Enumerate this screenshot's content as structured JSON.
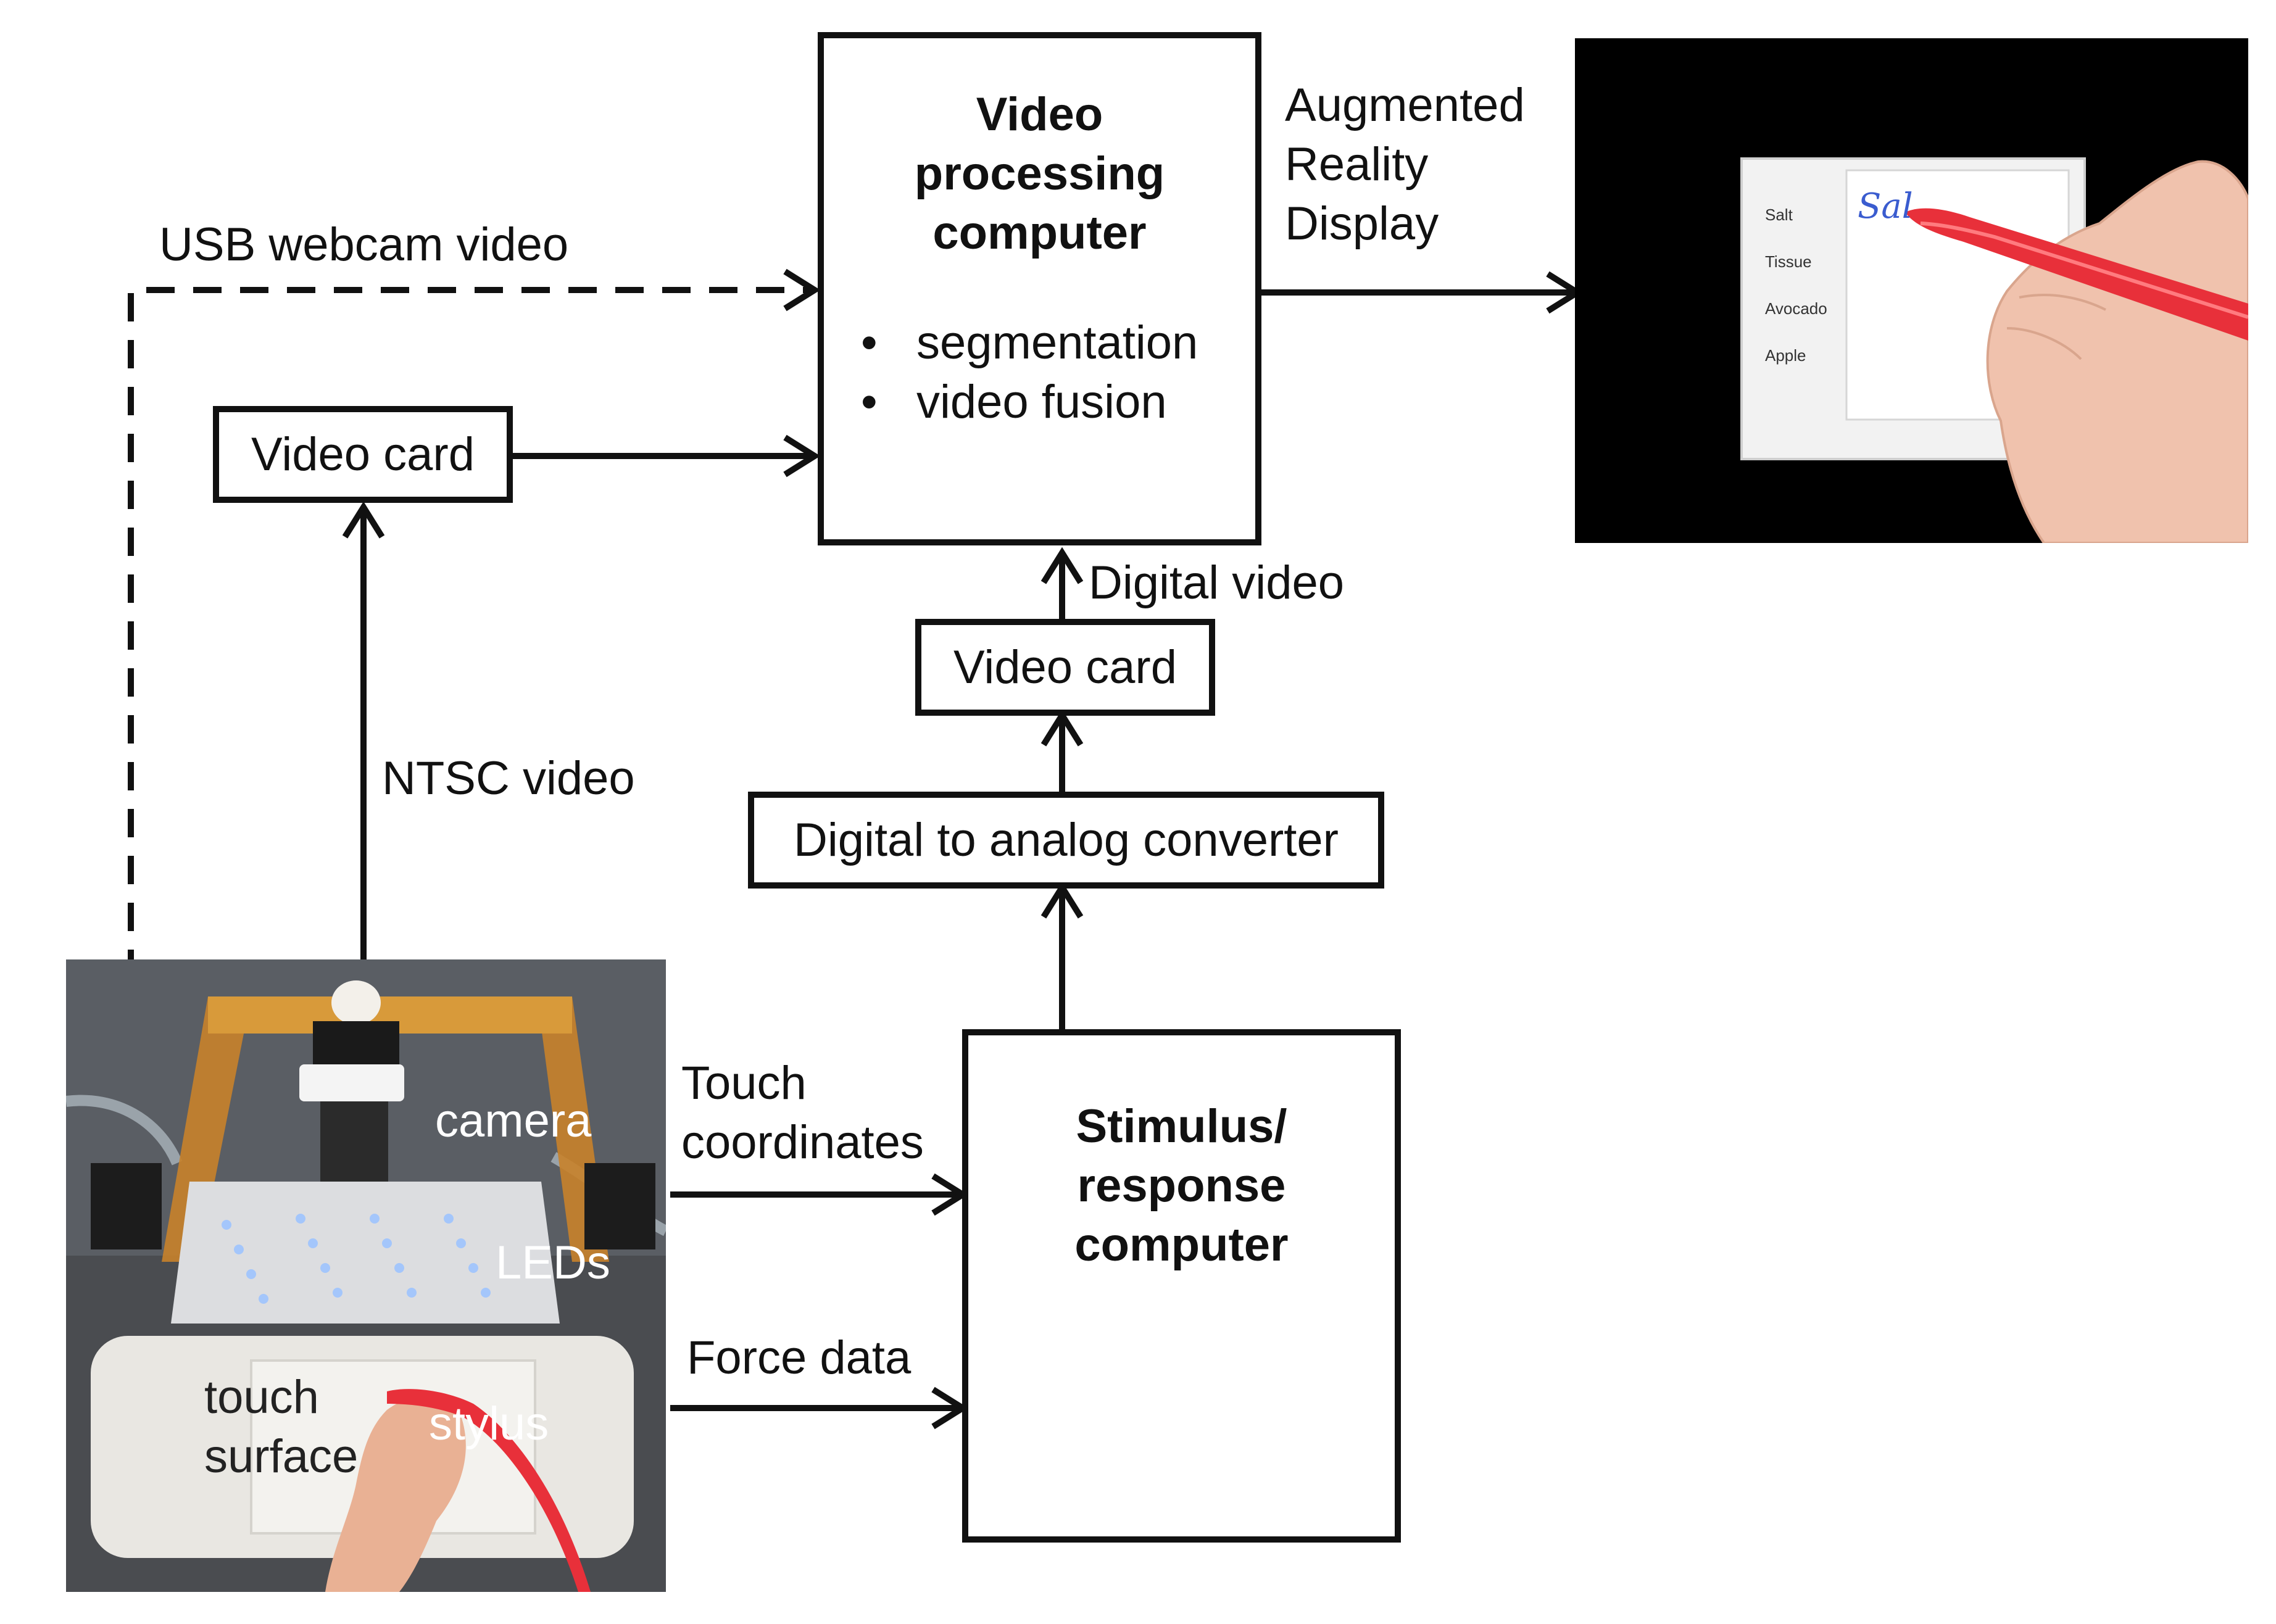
{
  "video_computer": {
    "title_lines": [
      "Video",
      "processing",
      "computer"
    ],
    "bullets": [
      "segmentation",
      "video fusion"
    ]
  },
  "stimulus_computer": {
    "title_lines": [
      "Stimulus/",
      "response",
      "computer"
    ]
  },
  "video_card_left": "Video card",
  "video_card_right": "Video card",
  "dac": "Digital to analog converter",
  "labels": {
    "usb": "USB webcam video",
    "ntsc": "NTSC video",
    "digital_video": "Digital video",
    "ar_display": [
      "Augmented",
      "Reality",
      "Display"
    ],
    "touch_coords": [
      "Touch",
      "coordinates"
    ],
    "force_data": "Force data"
  },
  "device_photo": {
    "labels": [
      "camera",
      "LEDs",
      "touch",
      "surface",
      "stylus"
    ]
  },
  "ar_screen": {
    "items": [
      "Salt",
      "Tissue",
      "Avocado",
      "Apple"
    ],
    "handwriting": "Sal"
  },
  "colors": {
    "line": "#111111",
    "stylus": "#e8303a",
    "screen_bg": "#000000"
  }
}
